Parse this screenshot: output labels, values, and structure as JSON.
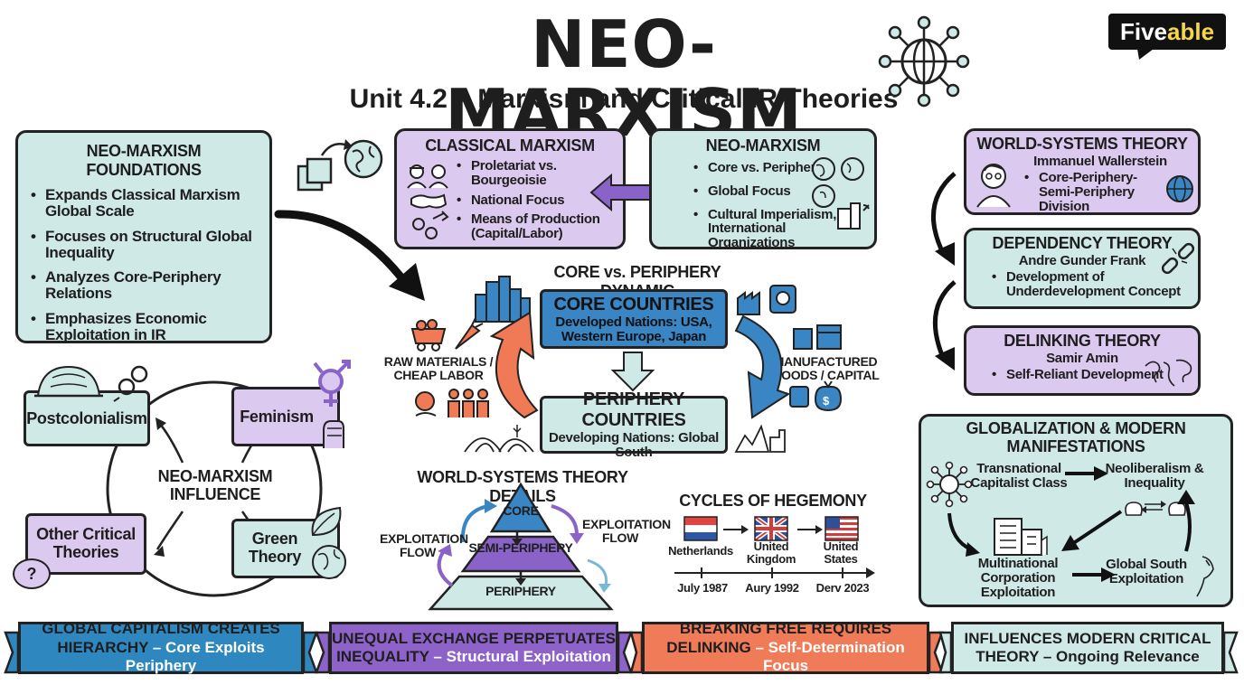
{
  "title": "NEO-MARXISM",
  "subtitle": "Unit 4.2 – Marxism and Critical IR Theories",
  "brand": {
    "prefix": "Five",
    "suffix": "able"
  },
  "foundations": {
    "heading": "NEO-MARXISM FOUNDATIONS",
    "items": [
      "Expands Classical Marxism Global Scale",
      "Focuses on Structural Global Inequality",
      "Analyzes Core-Periphery Relations",
      "Emphasizes Economic Exploitation in IR"
    ]
  },
  "classical": {
    "heading": "CLASSICAL MARXISM",
    "items": [
      "Proletariat vs. Bourgeoisie",
      "National Focus",
      "Means of Production (Capital/Labor)"
    ]
  },
  "neo": {
    "heading": "NEO-MARXISM",
    "items": [
      "Core vs. Periphery",
      "Global Focus",
      "Cultural Imperialism, International Organizations"
    ]
  },
  "dynamic": {
    "heading": "CORE vs. PERIPHERY DYNAMIC",
    "core_title": "CORE COUNTRIES",
    "core_sub": "Developed Nations: USA, Western Europe, Japan",
    "periphery_title": "PERIPHERY COUNTRIES",
    "periphery_sub": "Developing Nations: Global South",
    "left_label": "RAW MATERIALS / CHEAP LABOR",
    "right_label": "MANUFACTURED GOODS / CAPITAL"
  },
  "influence": {
    "center": "NEO-MARXISM INFLUENCE",
    "postcolonialism": "Postcolonialism",
    "feminism": "Feminism",
    "other": "Other Critical Theories",
    "green": "Green Theory",
    "question": "?"
  },
  "wst_details": {
    "heading": "WORLD-SYSTEMS THEORY DETAILS",
    "core": "CORE",
    "semi": "SEMI-PERIPHERY",
    "periphery": "PERIPHERY",
    "flow_left": "EXPLOITATION FLOW",
    "flow_right": "EXPLOITATION FLOW"
  },
  "hegemony": {
    "heading": "CYCLES OF HEGEMONY",
    "countries": [
      "Netherlands",
      "United Kingdom",
      "United States"
    ],
    "dates": [
      "July 1987",
      "Aury 1992",
      "Derv 2023"
    ]
  },
  "wst": {
    "heading": "WORLD-SYSTEMS THEORY",
    "author": "Immanuel Wallerstein",
    "item": "Core-Periphery-Semi-Periphery Division"
  },
  "dependency": {
    "heading": "DEPENDENCY THEORY",
    "author": "Andre Gunder Frank",
    "item": "Development of Underdevelopment Concept"
  },
  "delinking": {
    "heading": "DELINKING THEORY",
    "author": "Samir Amin",
    "item": "Self-Reliant Development"
  },
  "globalization": {
    "heading": "GLOBALIZATION & MODERN MANIFESTATIONS",
    "n1": "Transnational Capitalist Class",
    "n2": "Neoliberalism & Inequality",
    "n3": "Multinational Corporation Exploitation",
    "n4": "Global South Exploitation"
  },
  "banners": [
    {
      "l1": "GLOBAL CAPITALISM CREATES",
      "l2a": "HIERARCHY",
      "l2b": " – Core Exploits Periphery"
    },
    {
      "l1": "UNEQUAL EXCHANGE PERPETUATES",
      "l2a": "INEQUALITY",
      "l2b": " – Structural Exploitation"
    },
    {
      "l1": "BREAKING FREE REQUIRES",
      "l2a": "DELINKING",
      "l2b": " – Self-Determination Focus"
    },
    {
      "l1": "INFLUENCES MODERN CRITICAL",
      "l2a": "THEORY",
      "l2b": " – Ongoing Relevance"
    }
  ],
  "colors": {
    "teal": "#cfe9e7",
    "lavender": "#dcc9ef",
    "core_blue": "#3a86c4",
    "orange": "#f07a55",
    "purple": "#8a63c8",
    "banner_blue": "#2f87c0",
    "banner_purple": "#8e63c9",
    "banner_orange": "#f07b58"
  }
}
